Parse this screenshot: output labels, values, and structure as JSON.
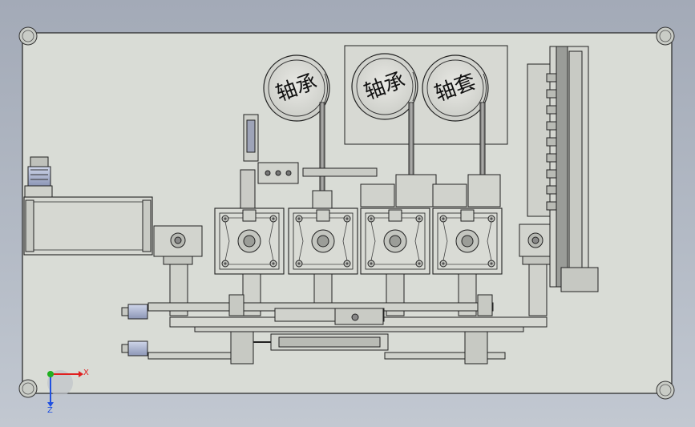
{
  "drawing": {
    "title": "",
    "bowl_labels": [
      {
        "text": "轴承"
      },
      {
        "text": "轴承"
      },
      {
        "text": "轴套"
      }
    ],
    "triad": {
      "x_label": "X",
      "z_label": "Z"
    },
    "colors": {
      "background_top": "#a3aab7",
      "background_bottom": "#c2c8d1",
      "sheet": "#d9dcd6",
      "line": "#1a1a1a",
      "axis_x": "#e02020",
      "axis_y": "#20b020",
      "axis_z": "#2050e0"
    },
    "press_units": [
      {
        "id": "press-1"
      },
      {
        "id": "press-2"
      },
      {
        "id": "press-3"
      },
      {
        "id": "press-4"
      }
    ]
  }
}
